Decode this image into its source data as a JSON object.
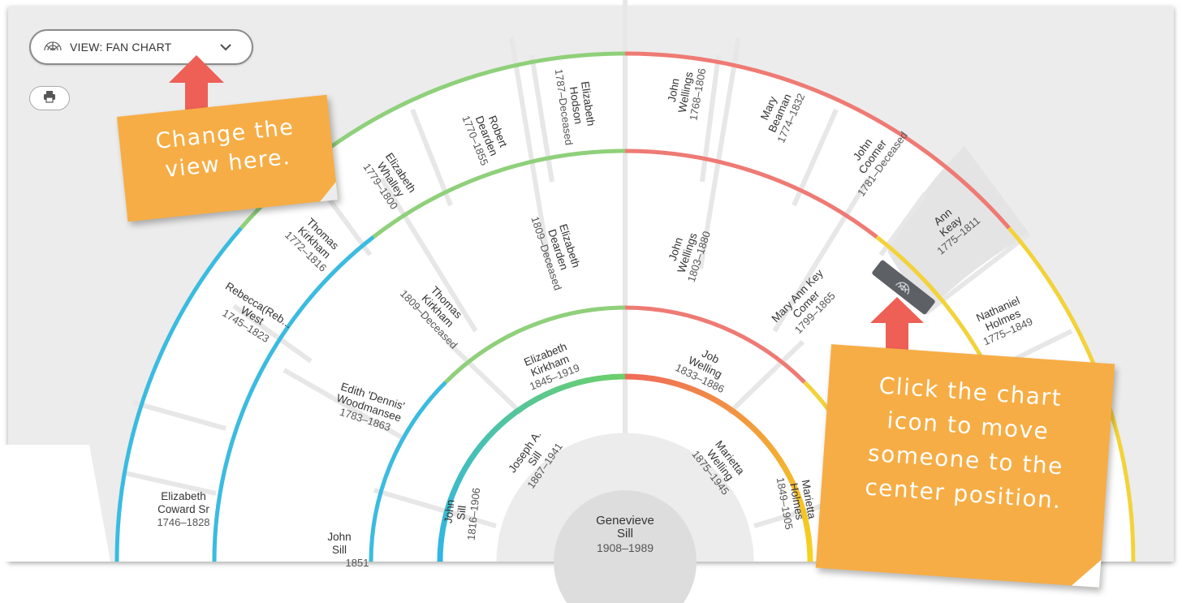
{
  "toolbar": {
    "view_label": "VIEW: FAN CHART",
    "view_icon": "fan-chart-icon",
    "dropdown_icon": "chevron-down-icon",
    "print_icon": "printer-icon"
  },
  "chart": {
    "center": {
      "name": "Genevieve",
      "name2": "Sill",
      "dates": "1908–1989"
    },
    "ring1": [
      {
        "line1": "John",
        "line2": "Sill",
        "dates": "1816–1906"
      },
      {
        "line1": "Joseph A.",
        "line2": "Sill",
        "dates": "1867–1941"
      },
      {
        "line1": "Marietta",
        "line2": "Welling",
        "dates": "1875–1945"
      },
      {
        "line1": "Marietta",
        "line2": "Holmes",
        "dates": "1849–1905"
      }
    ],
    "ring2": [
      {
        "line1": "Edith 'Dennis'",
        "line2": "Woodmansee",
        "dates": "1783–1863"
      },
      {
        "line1": "Elizabeth",
        "line2": "Kirkham",
        "dates": "1845–1919"
      },
      {
        "line1": "Job",
        "line2": "Welling",
        "dates": "1833–1886"
      }
    ],
    "ring3": [
      {
        "line1": "Thomas",
        "line2": "Kirkham",
        "dates": "1809–Deceased"
      },
      {
        "line1": "Elizabeth",
        "line2": "Dearden",
        "dates": "1809–Deceased"
      },
      {
        "line1": "John",
        "line2": "Wellings",
        "dates": "1803–1880"
      },
      {
        "line1": "Mary Ann Key",
        "line2": "Comer",
        "dates": "1799–1865"
      }
    ],
    "ring4": [
      {
        "line1": "Rebecca(Reb...",
        "line2": "West",
        "dates": "1745–1823"
      },
      {
        "line1": "Thomas",
        "line2": "Kirkham",
        "dates": "1772–1816"
      },
      {
        "line1": "Elizabeth",
        "line2": "Whalley",
        "dates": "1779–1800"
      },
      {
        "line1": "Robert",
        "line2": "Dearden",
        "dates": "1770–1855"
      },
      {
        "line1": "Elizabeth",
        "line2": "Hodson",
        "dates": "1787–Deceased"
      },
      {
        "line1": "John",
        "line2": "Wellings",
        "dates": "1768–1806"
      },
      {
        "line1": "Mary",
        "line2": "Beaman",
        "dates": "1774–1832"
      },
      {
        "line1": "John",
        "line2": "Coomer",
        "dates": "1781–Deceased"
      },
      {
        "line1": "Ann",
        "line2": "Keay",
        "dates": "1775–1811"
      },
      {
        "line1": "Nathaniel",
        "line2": "Holmes",
        "dates": "1775–1849"
      }
    ],
    "outer": [
      {
        "line1": "Elizabeth",
        "line2": "Coward Sr",
        "dates": "1746–1828"
      },
      {
        "line1": "John",
        "line2": "Sill",
        "dates": "1851"
      }
    ],
    "center_icon": "fan-chart-icon"
  },
  "notes": {
    "view_note": [
      "Change the",
      "view here."
    ],
    "center_note": [
      "Click the chart",
      "icon to move",
      "someone to the",
      "center position."
    ]
  },
  "colors": {
    "paternal": "#8fd07a",
    "maternal_red": "#ef7a74",
    "blue": "#3bbbe0",
    "yellow": "#f3d23a",
    "note": "#f7ad45",
    "arrow": "#ee5f55"
  }
}
